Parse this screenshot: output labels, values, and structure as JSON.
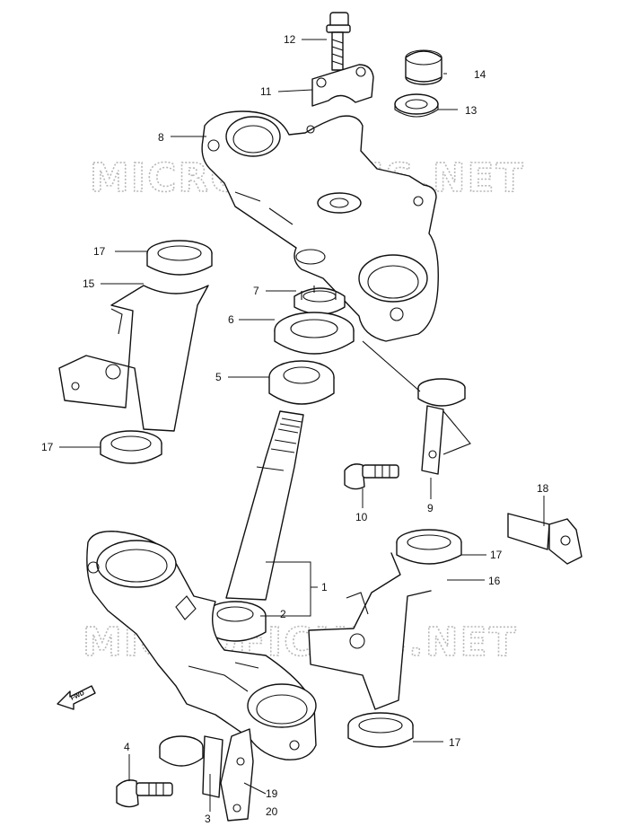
{
  "watermark": "MICROFICHES.NET",
  "fwd_label": "FWD",
  "callouts": [
    {
      "id": "c1",
      "text": "1"
    },
    {
      "id": "c2",
      "text": "2"
    },
    {
      "id": "c3",
      "text": "3"
    },
    {
      "id": "c4",
      "text": "4"
    },
    {
      "id": "c5",
      "text": "5"
    },
    {
      "id": "c6",
      "text": "6"
    },
    {
      "id": "c7",
      "text": "7"
    },
    {
      "id": "c8",
      "text": "8"
    },
    {
      "id": "c9",
      "text": "9"
    },
    {
      "id": "c10",
      "text": "10"
    },
    {
      "id": "c11",
      "text": "11"
    },
    {
      "id": "c12",
      "text": "12"
    },
    {
      "id": "c13",
      "text": "13"
    },
    {
      "id": "c14",
      "text": "14"
    },
    {
      "id": "c15",
      "text": "15"
    },
    {
      "id": "c16",
      "text": "16"
    },
    {
      "id": "c17a",
      "text": "17"
    },
    {
      "id": "c17b",
      "text": "17"
    },
    {
      "id": "c17c",
      "text": "17"
    },
    {
      "id": "c17d",
      "text": "17"
    },
    {
      "id": "c18",
      "text": "18"
    },
    {
      "id": "c19",
      "text": "19"
    },
    {
      "id": "c20",
      "text": "20"
    }
  ]
}
